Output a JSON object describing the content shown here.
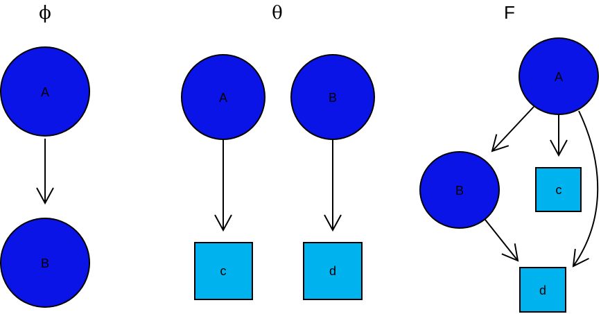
{
  "colors": {
    "latent_node": "#0a14e6",
    "observed_node": "#00b2ee",
    "stroke": "#000000",
    "background": "#ffffff"
  },
  "panels": [
    {
      "title": "ϕ",
      "nodes": [
        {
          "id": "A",
          "label": "A",
          "kind": "latent"
        },
        {
          "id": "B",
          "label": "B",
          "kind": "latent"
        }
      ],
      "edges": [
        {
          "from": "A",
          "to": "B"
        }
      ]
    },
    {
      "title": "θ",
      "nodes": [
        {
          "id": "A",
          "label": "A",
          "kind": "latent"
        },
        {
          "id": "B",
          "label": "B",
          "kind": "latent"
        },
        {
          "id": "c",
          "label": "c",
          "kind": "observed"
        },
        {
          "id": "d",
          "label": "d",
          "kind": "observed"
        }
      ],
      "edges": [
        {
          "from": "A",
          "to": "c"
        },
        {
          "from": "B",
          "to": "d"
        }
      ]
    },
    {
      "title": "F",
      "nodes": [
        {
          "id": "A",
          "label": "A",
          "kind": "latent"
        },
        {
          "id": "B",
          "label": "B",
          "kind": "latent"
        },
        {
          "id": "c",
          "label": "c",
          "kind": "observed"
        },
        {
          "id": "d",
          "label": "d",
          "kind": "observed"
        }
      ],
      "edges": [
        {
          "from": "A",
          "to": "B"
        },
        {
          "from": "A",
          "to": "c"
        },
        {
          "from": "A",
          "to": "d"
        },
        {
          "from": "B",
          "to": "d"
        }
      ]
    }
  ]
}
